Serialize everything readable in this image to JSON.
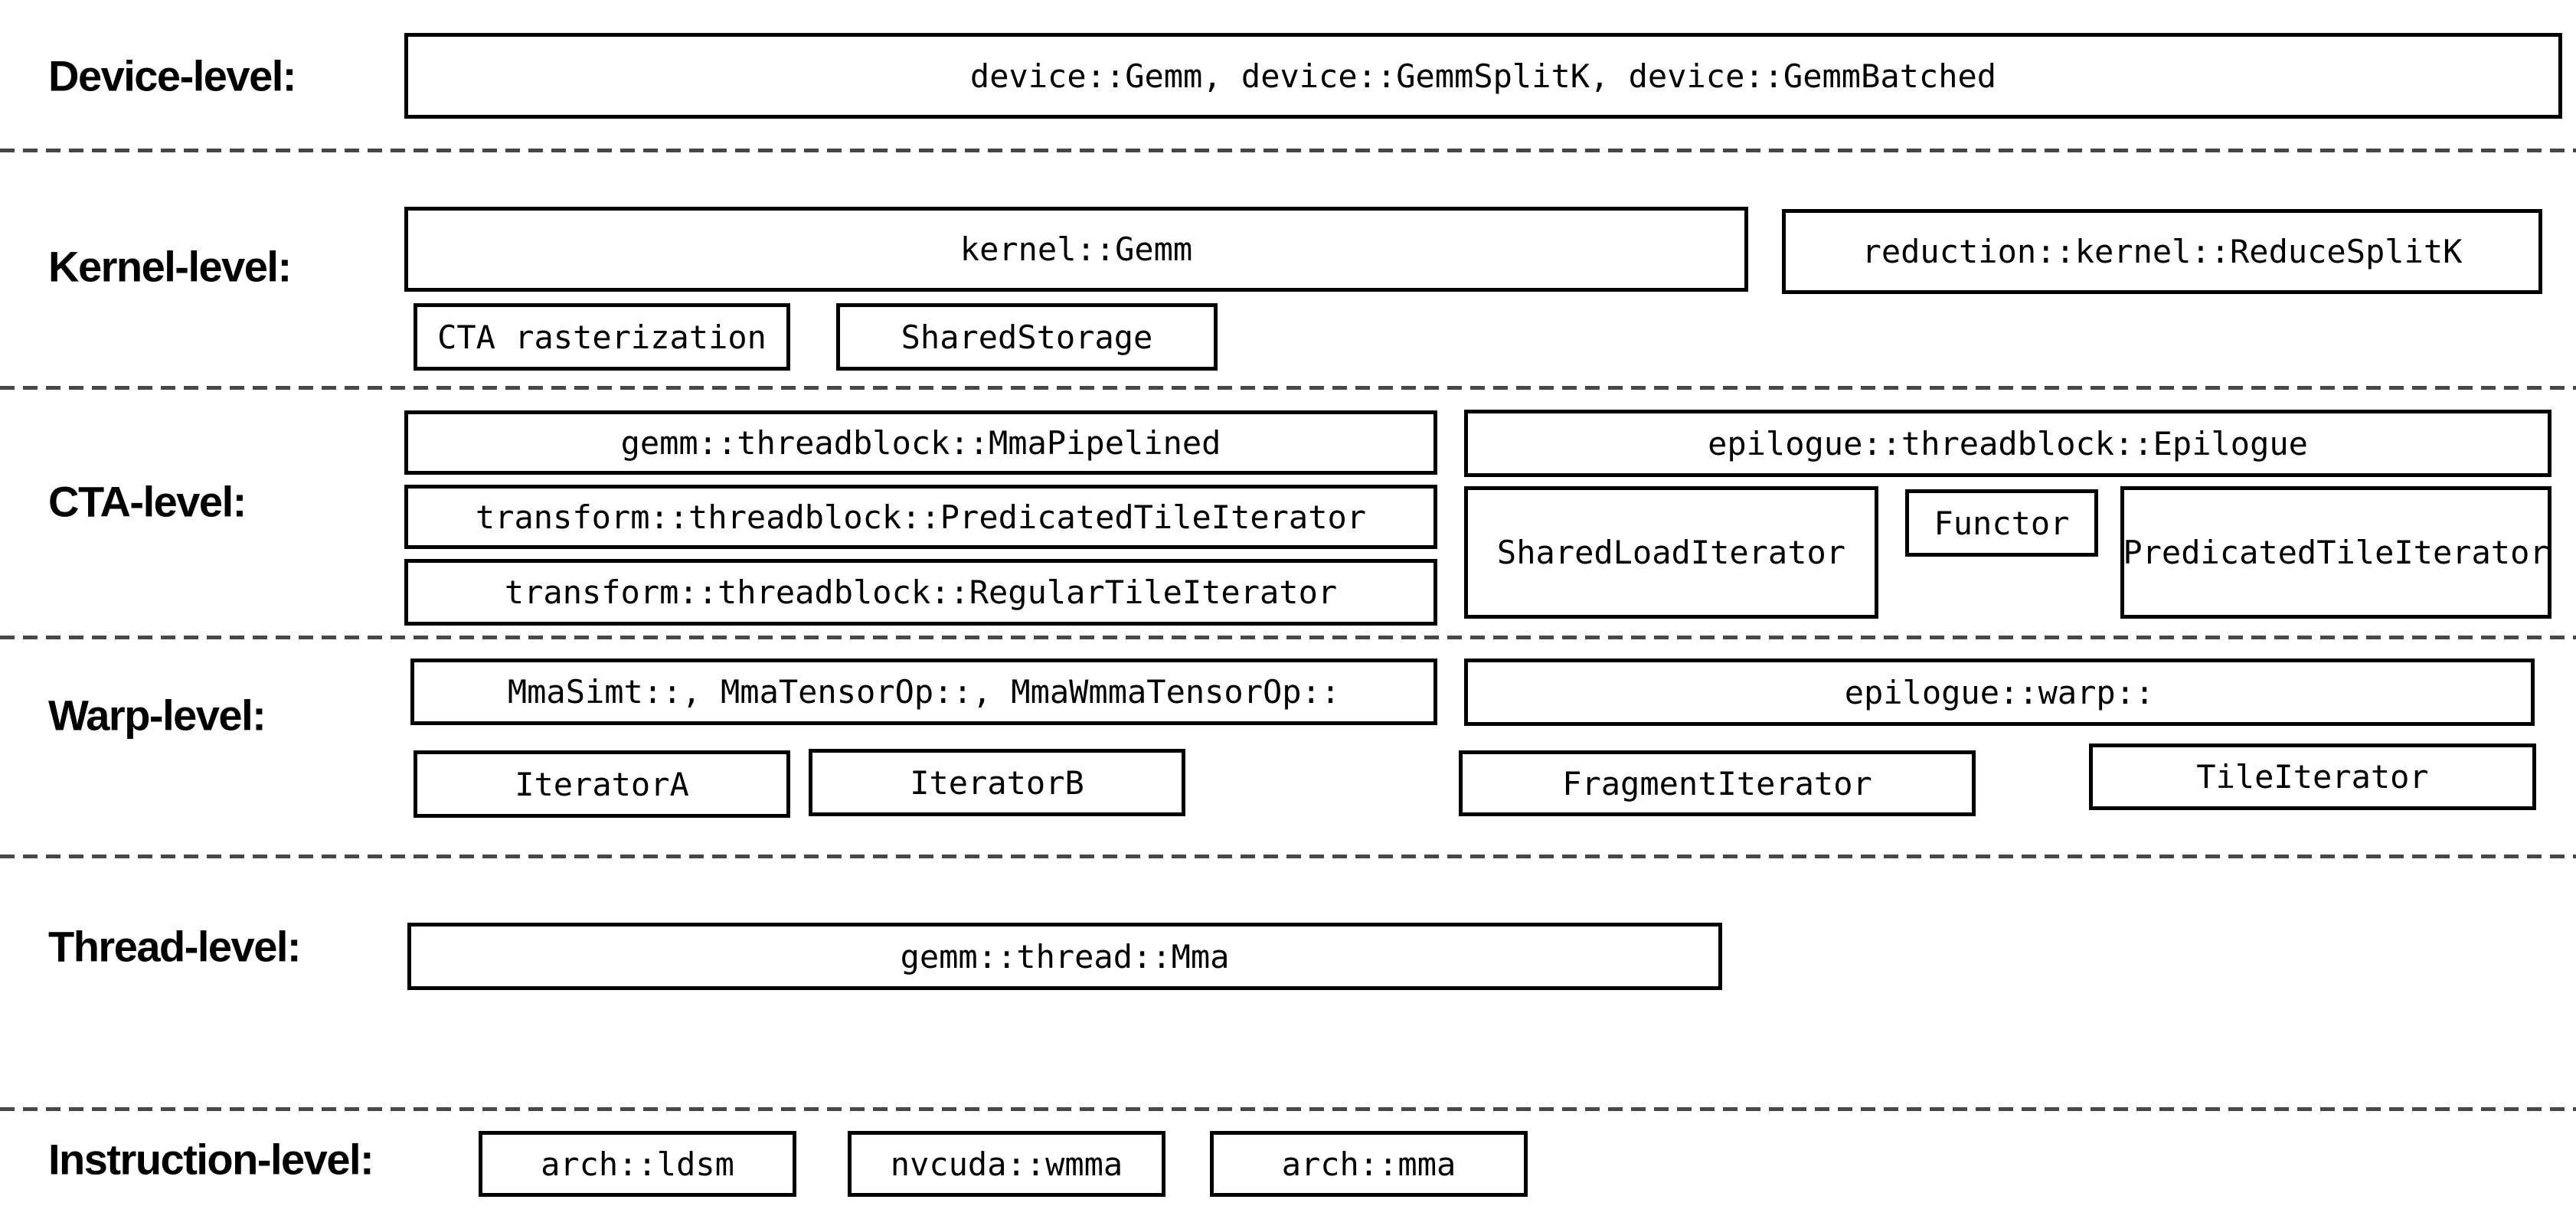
{
  "colors": {
    "background": "#ffffff",
    "box_border": "#000000",
    "box_fill": "#ffffff",
    "text": "#000000",
    "separator_dash": "#474747"
  },
  "levels": [
    {
      "name": "device",
      "label": "Device-level:",
      "boxes": [
        {
          "text": "device::Gemm, device::GemmSplitK, device::GemmBatched"
        }
      ]
    },
    {
      "name": "kernel",
      "label": "Kernel-level:",
      "boxes": [
        {
          "text": "kernel::Gemm"
        },
        {
          "text": "reduction::kernel::ReduceSplitK"
        },
        {
          "text": "CTA rasterization"
        },
        {
          "text": "SharedStorage"
        }
      ]
    },
    {
      "name": "cta",
      "label": "CTA-level:",
      "boxes": [
        {
          "text": "gemm::threadblock::MmaPipelined"
        },
        {
          "text": "transform::threadblock::PredicatedTileIterator"
        },
        {
          "text": "transform::threadblock::RegularTileIterator"
        },
        {
          "text": "epilogue::threadblock::Epilogue"
        },
        {
          "text": "SharedLoadIterator"
        },
        {
          "text": "Functor"
        },
        {
          "text": "PredicatedTileIterator"
        }
      ]
    },
    {
      "name": "warp",
      "label": "Warp-level:",
      "boxes": [
        {
          "text": "MmaSimt::, MmaTensorOp::, MmaWmmaTensorOp::"
        },
        {
          "text": "IteratorA"
        },
        {
          "text": "IteratorB"
        },
        {
          "text": "epilogue::warp::"
        },
        {
          "text": "FragmentIterator"
        },
        {
          "text": "TileIterator"
        }
      ]
    },
    {
      "name": "thread",
      "label": "Thread-level:",
      "boxes": [
        {
          "text": "gemm::thread::Mma"
        }
      ]
    },
    {
      "name": "instruction",
      "label": "Instruction-level:",
      "boxes": [
        {
          "text": "arch::ldsm"
        },
        {
          "text": "nvcuda::wmma"
        },
        {
          "text": "arch::mma"
        }
      ]
    }
  ]
}
